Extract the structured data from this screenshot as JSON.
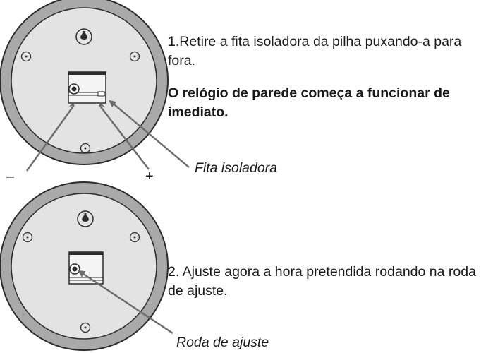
{
  "step1": {
    "instruction": "1.Retire a fita isoladora da pilha puxando-a para fora.",
    "note": "O relógio de parede começa a funcionar de imediato."
  },
  "labels": {
    "insulating_tape": "Fita isoladora",
    "adjust_wheel": "Roda de ajuste",
    "minus": "–",
    "plus": "+"
  },
  "step2": {
    "instruction": "2. Ajuste agora a hora pretendida rodando na roda de ajuste."
  },
  "colors": {
    "rim": "#a9a9a9",
    "face": "#e3e3e3",
    "line": "#2b2b2b",
    "pointer": "#6b6b6b"
  }
}
